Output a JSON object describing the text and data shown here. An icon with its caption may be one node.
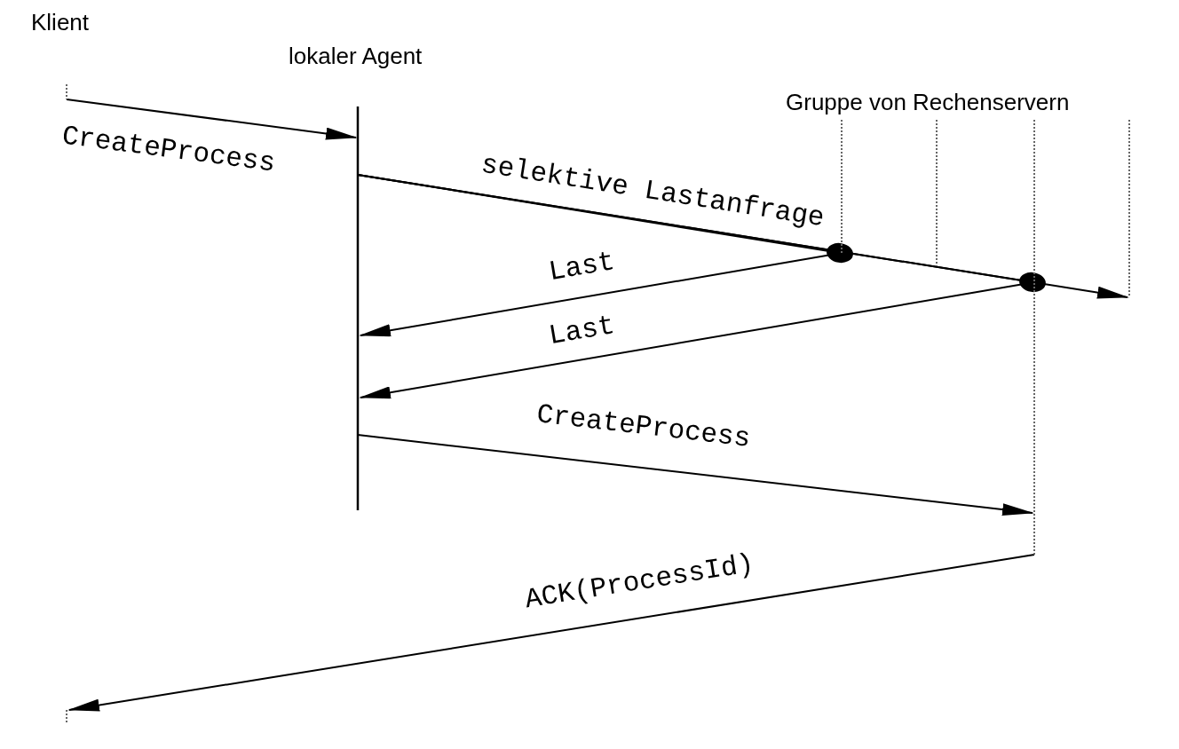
{
  "diagram": {
    "nodes": [
      {
        "text": [
          "Klient"
        ]
      },
      {
        "text": [
          "lokaler Agent"
        ]
      },
      {
        "text": [],
        "shape": "line"
      },
      {
        "text": [],
        "shape": "line"
      },
      {
        "text": [],
        "shape": "line"
      },
      {
        "text": [],
        "shape": "line"
      }
    ],
    "edges": [
      {
        "from": 0,
        "to": 1,
        "arrow": "to",
        "label": "CreateProcess"
      },
      {
        "from": 1,
        "to": 2,
        "arrow": "other"
      },
      {
        "from": 1,
        "to": 4,
        "arrow": "other"
      },
      {
        "from": 1,
        "to": 5,
        "arrow": "to",
        "label": "selektive Lastanfrage"
      },
      {
        "from": 2,
        "to": 1,
        "arrow": "to",
        "label": "Last"
      },
      {
        "from": 4,
        "to": 1,
        "arrow": "to",
        "label": "Last"
      },
      {
        "from": 1,
        "to": 4,
        "arrow": "to",
        "label": "CreateProcess"
      },
      {
        "from": 4,
        "to": 0,
        "arrow": "to",
        "label": "ACK(ProcessId)"
      }
    ],
    "labels": [
      "Gruppe von Rechenservern"
    ]
  }
}
